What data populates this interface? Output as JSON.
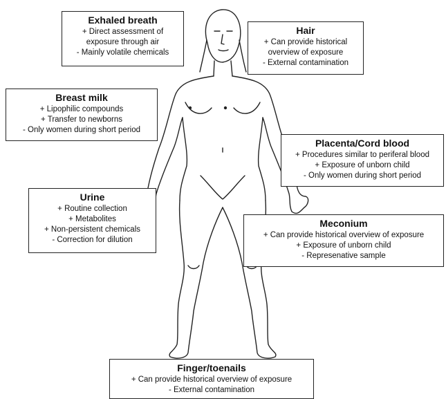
{
  "diagram": {
    "line_color": "#222222",
    "background": "#ffffff"
  },
  "boxes": {
    "exhaled_breath": {
      "title": "Exhaled breath",
      "lines": [
        "+ Direct assessment of",
        "exposure through air",
        "- Mainly volatile chemicals"
      ]
    },
    "hair": {
      "title": "Hair",
      "lines": [
        "+ Can provide historical",
        "overview of exposure",
        "- External contamination"
      ]
    },
    "breast_milk": {
      "title": "Breast milk",
      "lines": [
        "+ Lipophilic compounds",
        "+ Transfer to newborns",
        "- Only women during short period"
      ]
    },
    "placenta_cord_blood": {
      "title": "Placenta/Cord blood",
      "lines": [
        "+ Procedures similar to periferal blood",
        "+ Exposure of unborn child",
        "- Only women during short period"
      ]
    },
    "urine": {
      "title": "Urine",
      "lines": [
        "+ Routine collection",
        "+ Metabolites",
        "+ Non-persistent chemicals",
        "- Correction for dilution"
      ]
    },
    "meconium": {
      "title": "Meconium",
      "lines": [
        "+ Can provide historical overview of exposure",
        "+ Exposure of unborn child",
        "- Represenative sample"
      ]
    },
    "finger_toenails": {
      "title": "Finger/toenails",
      "lines": [
        "+ Can provide historical overview of exposure",
        "- External contamination"
      ]
    }
  }
}
